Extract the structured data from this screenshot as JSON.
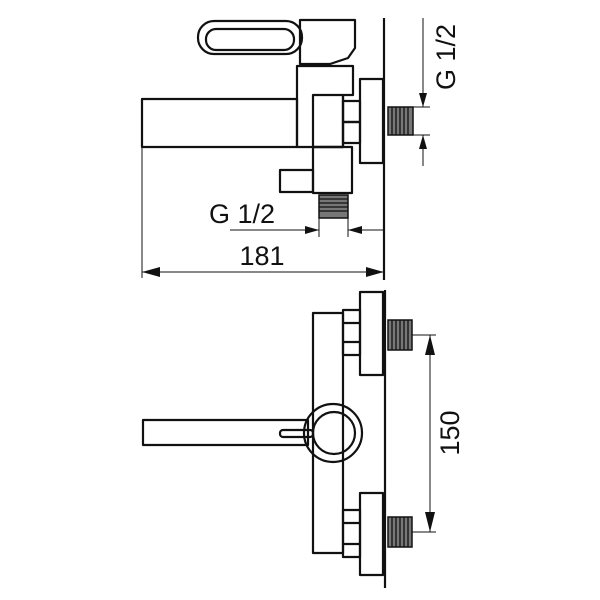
{
  "drawing": {
    "side_view": {
      "inlet_thread_label": "G 1/2",
      "outlet_thread_label": "G 1/2",
      "overall_depth_label": "181"
    },
    "front_view": {
      "inlet_spacing_label": "150"
    },
    "colors": {
      "line": "#111111",
      "thread_fill": "#777777",
      "background": "#ffffff"
    }
  }
}
